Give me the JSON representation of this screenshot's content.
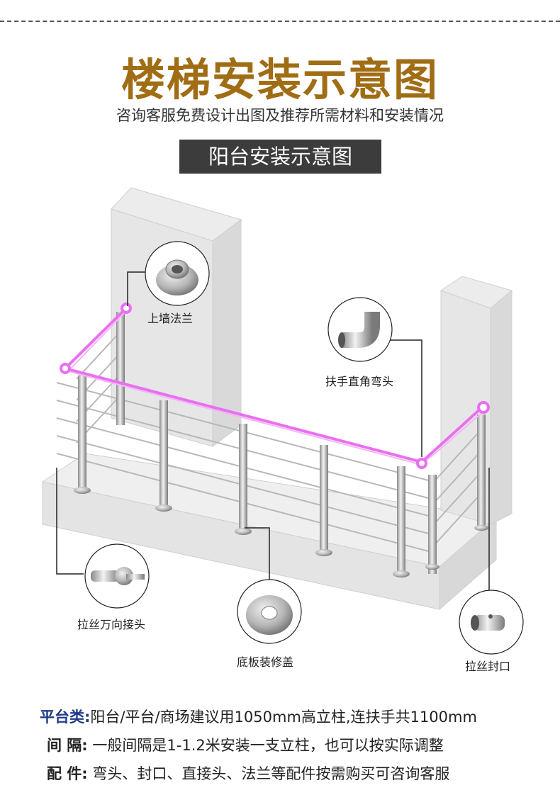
{
  "header": {
    "title": "楼梯安装示意图",
    "subtitle": "咨询客服免费设计出图及推荐所需材料和安装情况",
    "section_label": "阳台安装示意图"
  },
  "callouts": [
    {
      "id": "wall-flange",
      "label": "上墙法兰"
    },
    {
      "id": "handrail-elbow",
      "label": "扶手直角弯头"
    },
    {
      "id": "wire-universal-joint",
      "label": "拉丝万向接头"
    },
    {
      "id": "base-cover",
      "label": "底板装修盖"
    },
    {
      "id": "wire-end-cap",
      "label": "拉丝封口"
    }
  ],
  "notes": [
    {
      "key": "平台类:",
      "text": "阳台/平台/商场建议用1050mm高立柱,连扶手共1100mm"
    },
    {
      "key": "间  隔:",
      "text": " 一般间隔是1-1.2米安装一支立柱，也可以按实际调整"
    },
    {
      "key": "配  件:",
      "text": " 弯头、封口、直接头、法兰等配件按需购买可咨询客服"
    }
  ],
  "colors": {
    "title": "#a06d14",
    "section_bg": "#3c3c3c",
    "handrail": "#ea6ff0",
    "note_primary": "#1f3a8a"
  }
}
